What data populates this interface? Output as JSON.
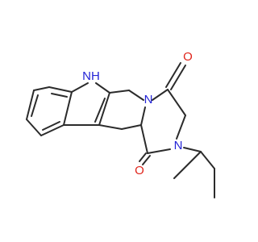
{
  "image_type": "chemical-structure",
  "colors": {
    "bond": "#2b2b2b",
    "carbon": "#2b2b2b",
    "nitrogen": "#2323d6",
    "oxygen": "#e0241b",
    "background": "#ffffff"
  },
  "atoms": {
    "indole_nh": {
      "label": "NH",
      "element": "N"
    },
    "amide_n_ring": {
      "label": "N",
      "element": "N"
    },
    "amide_n_sec": {
      "label": "N",
      "element": "N"
    },
    "carbonyl_o_top": {
      "label": "O",
      "element": "O"
    },
    "carbonyl_o_bottom": {
      "label": "O",
      "element": "O"
    }
  }
}
